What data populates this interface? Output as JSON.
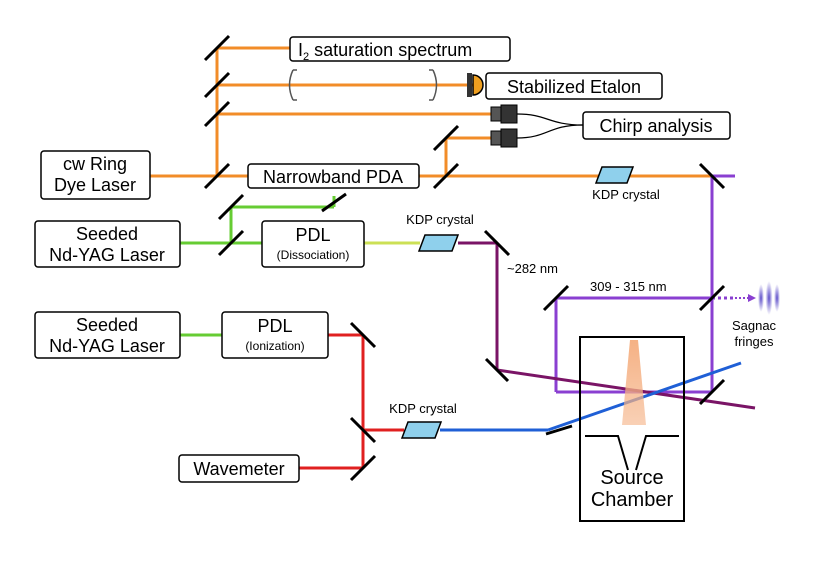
{
  "labels": {
    "i2_main": "I",
    "i2_sub": "2",
    "i2_rest": " saturation spectrum",
    "stabilized_etalon": "Stabilized Etalon",
    "chirp_analysis": "Chirp analysis",
    "cw_ring_line1": "cw Ring",
    "cw_ring_line2": "Dye Laser",
    "narrowband_pda": "Narrowband PDA",
    "kdp_top": "KDP crystal",
    "seeded1_line1": "Seeded",
    "seeded1_line2": "Nd-YAG Laser",
    "pdl1_line1": "PDL",
    "pdl1_line2": "(Dissociation)",
    "kdp_mid": "KDP crystal",
    "nm282": "~282 nm",
    "nm309": "309 - 315 nm",
    "sagnac_line1": "Sagnac",
    "sagnac_line2": "fringes",
    "seeded2_line1": "Seeded",
    "seeded2_line2": "Nd-YAG Laser",
    "pdl2_line1": "PDL",
    "pdl2_line2": "(Ionization)",
    "kdp_bottom": "KDP crystal",
    "wavemeter": "Wavemeter",
    "source_line1": "Source",
    "source_line2": "Chamber"
  },
  "colors": {
    "orange": "#F28C28",
    "green": "#66CC33",
    "yellowgreen": "#CCE055",
    "red": "#E02020",
    "blue": "#1F5FD6",
    "purple": "#8A3FD1",
    "darkpurple": "#7A1466",
    "crystal": "#8FD0EC",
    "plume": "#F5B184",
    "detector": "#F0A020",
    "sagnac": "#6A5ACD"
  }
}
